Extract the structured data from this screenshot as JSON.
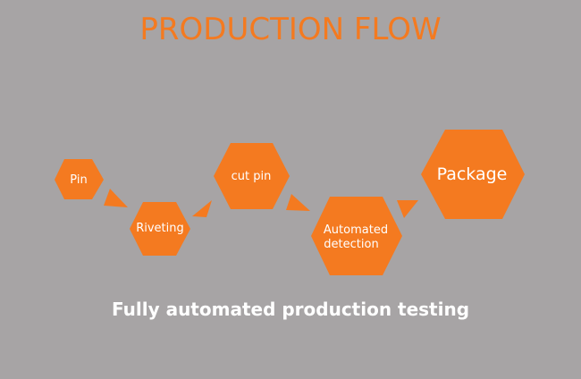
{
  "title": "PRODUCTION FLOW",
  "subtitle": "Fully automated production testing",
  "steps": [
    {
      "label": "Pin"
    },
    {
      "label": "Riveting"
    },
    {
      "label": "cut pin"
    },
    {
      "label_line1": "Automated",
      "label_line2": "detection"
    },
    {
      "label": "Package"
    }
  ],
  "colors": {
    "background": "#a7a4a5",
    "accent": "#f47a20",
    "text_light": "#ffffff"
  }
}
